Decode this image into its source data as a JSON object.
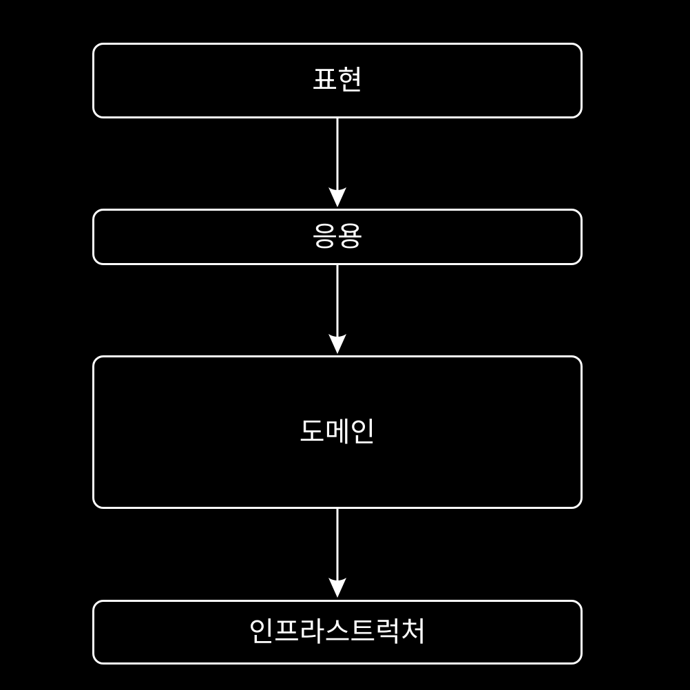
{
  "diagram": {
    "type": "flowchart",
    "direction": "top-down",
    "colors": {
      "background": "#000000",
      "node-fill": "#000000",
      "node-border": "#ffffff",
      "text": "#ffffff",
      "arrow": "#ffffff"
    },
    "nodes": [
      {
        "id": "presentation",
        "label": "표현"
      },
      {
        "id": "application",
        "label": "응용"
      },
      {
        "id": "domain",
        "label": "도메인"
      },
      {
        "id": "infrastructure",
        "label": "인프라스트럭처"
      }
    ],
    "edges": [
      {
        "from": "presentation",
        "to": "application"
      },
      {
        "from": "application",
        "to": "domain"
      },
      {
        "from": "domain",
        "to": "infrastructure"
      }
    ]
  }
}
